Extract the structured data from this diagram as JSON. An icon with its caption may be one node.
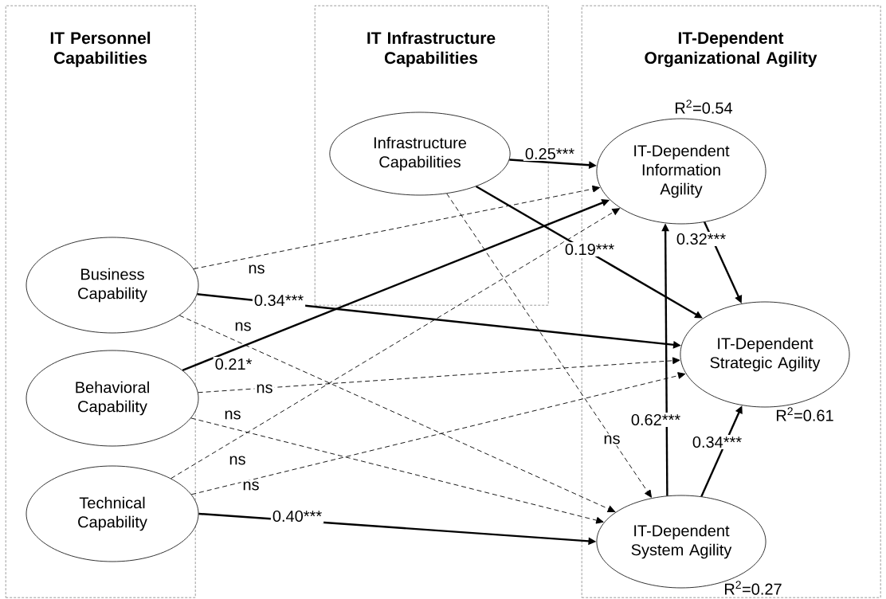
{
  "diagram": {
    "nodes": [
      {
        "text": [
          "IT Personnel Capabilities"
        ]
      },
      {
        "text": [
          "IT Infrastructure Capabilities"
        ]
      },
      {
        "text": [
          "IT-Dependent Organizational Agility"
        ]
      },
      {
        "text": [
          "Business Capability"
        ],
        "in": 0
      },
      {
        "text": [
          "Behavioral Capability"
        ],
        "in": 0
      },
      {
        "text": [
          "Technical Capability"
        ],
        "in": 0
      },
      {
        "text": [
          "Infrastructure Capabilities"
        ],
        "in": 1
      },
      {
        "text": [
          "IT-Dependent Information Agility"
        ],
        "in": 2,
        "beside": [
          "R$^{2}$=0.54"
        ]
      },
      {
        "text": [
          "IT-Dependent Strategic Agility"
        ],
        "in": 2,
        "beside": [
          "R$^{2}$=0.61"
        ]
      },
      {
        "text": [
          "IT-Dependent System Agility"
        ],
        "in": 2,
        "beside": [
          "R$^{2}$=0.27"
        ]
      }
    ],
    "edges": [
      {
        "from": 6,
        "to": 7,
        "arrow": "to",
        "label": "0.25***"
      },
      {
        "from": 6,
        "to": 8,
        "arrow": "to",
        "label": "0.19***"
      },
      {
        "from": 6,
        "to": 9,
        "arrow": "to",
        "label": "ns",
        "style": "dashed"
      },
      {
        "from": 3,
        "to": 7,
        "arrow": "to",
        "label": "ns",
        "style": "dashed"
      },
      {
        "from": 3,
        "to": 8,
        "arrow": "to",
        "label": "0.34***"
      },
      {
        "from": 3,
        "to": 9,
        "arrow": "to",
        "label": "ns",
        "style": "dashed"
      },
      {
        "from": 4,
        "to": 7,
        "arrow": "to",
        "label": "0.21*"
      },
      {
        "from": 4,
        "to": 8,
        "arrow": "to",
        "label": "ns",
        "style": "dashed"
      },
      {
        "from": 4,
        "to": 9,
        "arrow": "to",
        "label": "ns",
        "style": "dashed"
      },
      {
        "from": 5,
        "to": 7,
        "arrow": "to",
        "label": "ns",
        "style": "dashed"
      },
      {
        "from": 5,
        "to": 8,
        "arrow": "to",
        "label": "ns",
        "style": "dashed"
      },
      {
        "from": 5,
        "to": 9,
        "arrow": "to",
        "label": "0.40***"
      },
      {
        "from": 7,
        "to": 8,
        "arrow": "to",
        "label": "0.32***"
      },
      {
        "from": 9,
        "to": 7,
        "arrow": "to",
        "label": "0.62***"
      },
      {
        "from": 9,
        "to": 8,
        "arrow": "to",
        "label": "0.34***"
      }
    ]
  }
}
